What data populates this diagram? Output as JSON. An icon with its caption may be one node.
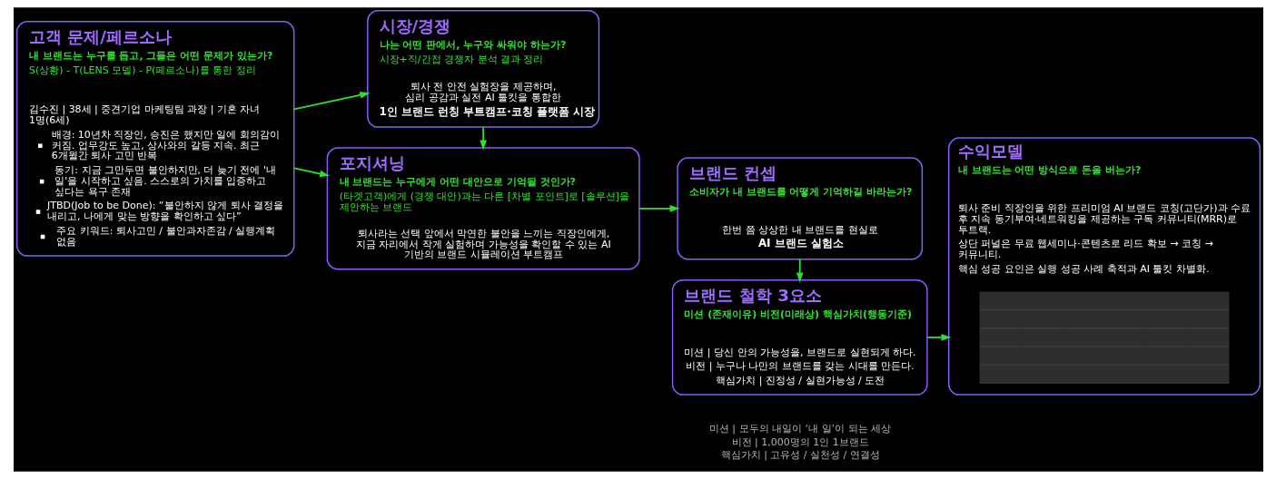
{
  "diagram": {
    "nodes": [
      {
        "text": [
          "고객 문제/페르소나",
          "내 브랜드는 누구를 돕고, 그들은 어떤 문제가 있는가?",
          "S(상황) - T(LENS 모델) - P(페르소나)를 통한 정리",
          "김수진 | 38세 | 중견기업 마케팅팀 과장 | 기혼 자녀 1명(6세)",
          "배경: 10년차 직장인, 승진은 했지만 일에 회의감이 커짐. 업무강도 높고, 상사와의 갈등 지속. 최근 6개월간 퇴사 고민 반복",
          "동기: 지금 그만두면 불안하지만, 더 늦기 전에 '내 일'을 시작하고 싶음. 스스로의 가치를 입증하고 싶다는 욕구 존재",
          "JTBD(Job to be Done): “불안하지 않게 퇴사 결정을 내리고, 나에게 맞는 방향을 확인하고 싶다”",
          "주요 키워드: 퇴사고민 / 불안과자존감 / 실행계획 없음"
        ]
      },
      {
        "text": [
          "시장/경쟁",
          "나는 어떤 판에서, 누구와 싸워야 하는가?",
          "시장+직/간접 경쟁자 분석 결과 정리",
          "퇴사 전 안전 실험장을 제공하며, 심리 공감과 실전 AI 툴킷을 통합한",
          "1인 브랜드 런칭 부트캠프·코칭 플랫폼 시장"
        ]
      },
      {
        "text": [
          "포지셔닝",
          "내 브랜드는 누구에게 어떤 대안으로 기억될 것인가?",
          "(타겟고객)에게 (경쟁 대안)과는 다른 [차별 포인트]로 [솔루션]을 제안하는 브랜드",
          "퇴사라는 선택 앞에서 막연한 불안을 느끼는 직장인에게, 지금 자리에서 작게 실험하며 가능성을 확인할 수 있는 AI 기반의 브랜드 시뮬레이션 부트캠프"
        ]
      },
      {
        "text": [
          "브랜드 컨셉",
          "소비자가 내 브랜드를 어떻게 기억하길 바라는가?",
          "한번 쯤 상상한 내 브랜드를 현실로",
          "AI 브랜드 실험소"
        ]
      },
      {
        "text": [
          "브랜드 철학 3요소",
          "미션 (존재이유) 비전(미래상) 핵심가치(행동기준)",
          "미션 | 당신 안의 가능성을, 브랜드로 실현되게 하다.",
          "비전 | 누구나 나만의 브랜드를 갖는 시대를 만든다.",
          "핵심가치 | 진정성 / 실현가능성 / 도전"
        ],
        "beside": [
          "미션 | 모두의 내일이 ‘내 일’이 되는 세상",
          "비전 | 1,000명의 1인 1브랜드",
          "핵심가치 | 고유성 / 실천성 / 연결성"
        ]
      },
      {
        "text": [
          "수익모델",
          "내 브랜드는 어떤 방식으로 돈을 버는가?",
          "퇴사 준비 직장인을 위한 프리미엄 AI 브랜드 코칭(고단가)과 수료 후 지속 동기부여·네트워킹을 제공하는 구독 커뮤니티(MRR)로 투트랙.",
          "상단 퍼널은 무료 웹세미나·콘텐츠로 리드 확보 → 코칭 → 커뮤니티.",
          "핵심 성공 요인은 실행 성공 사례 축적과 AI 툴킷 차별화."
        ]
      },
      {
        "text": [],
        "shape": "picture",
        "in": 5
      }
    ],
    "edges": [
      {
        "from": 0,
        "to": 1,
        "arrow": "to"
      },
      {
        "from": 0,
        "to": 2,
        "arrow": "to"
      },
      {
        "from": 1,
        "to": 2,
        "arrow": "to"
      },
      {
        "from": 2,
        "to": 3,
        "arrow": "to"
      },
      {
        "from": 3,
        "to": 4,
        "arrow": "to"
      },
      {
        "from": 4,
        "to": 5,
        "arrow": "to"
      }
    ]
  }
}
